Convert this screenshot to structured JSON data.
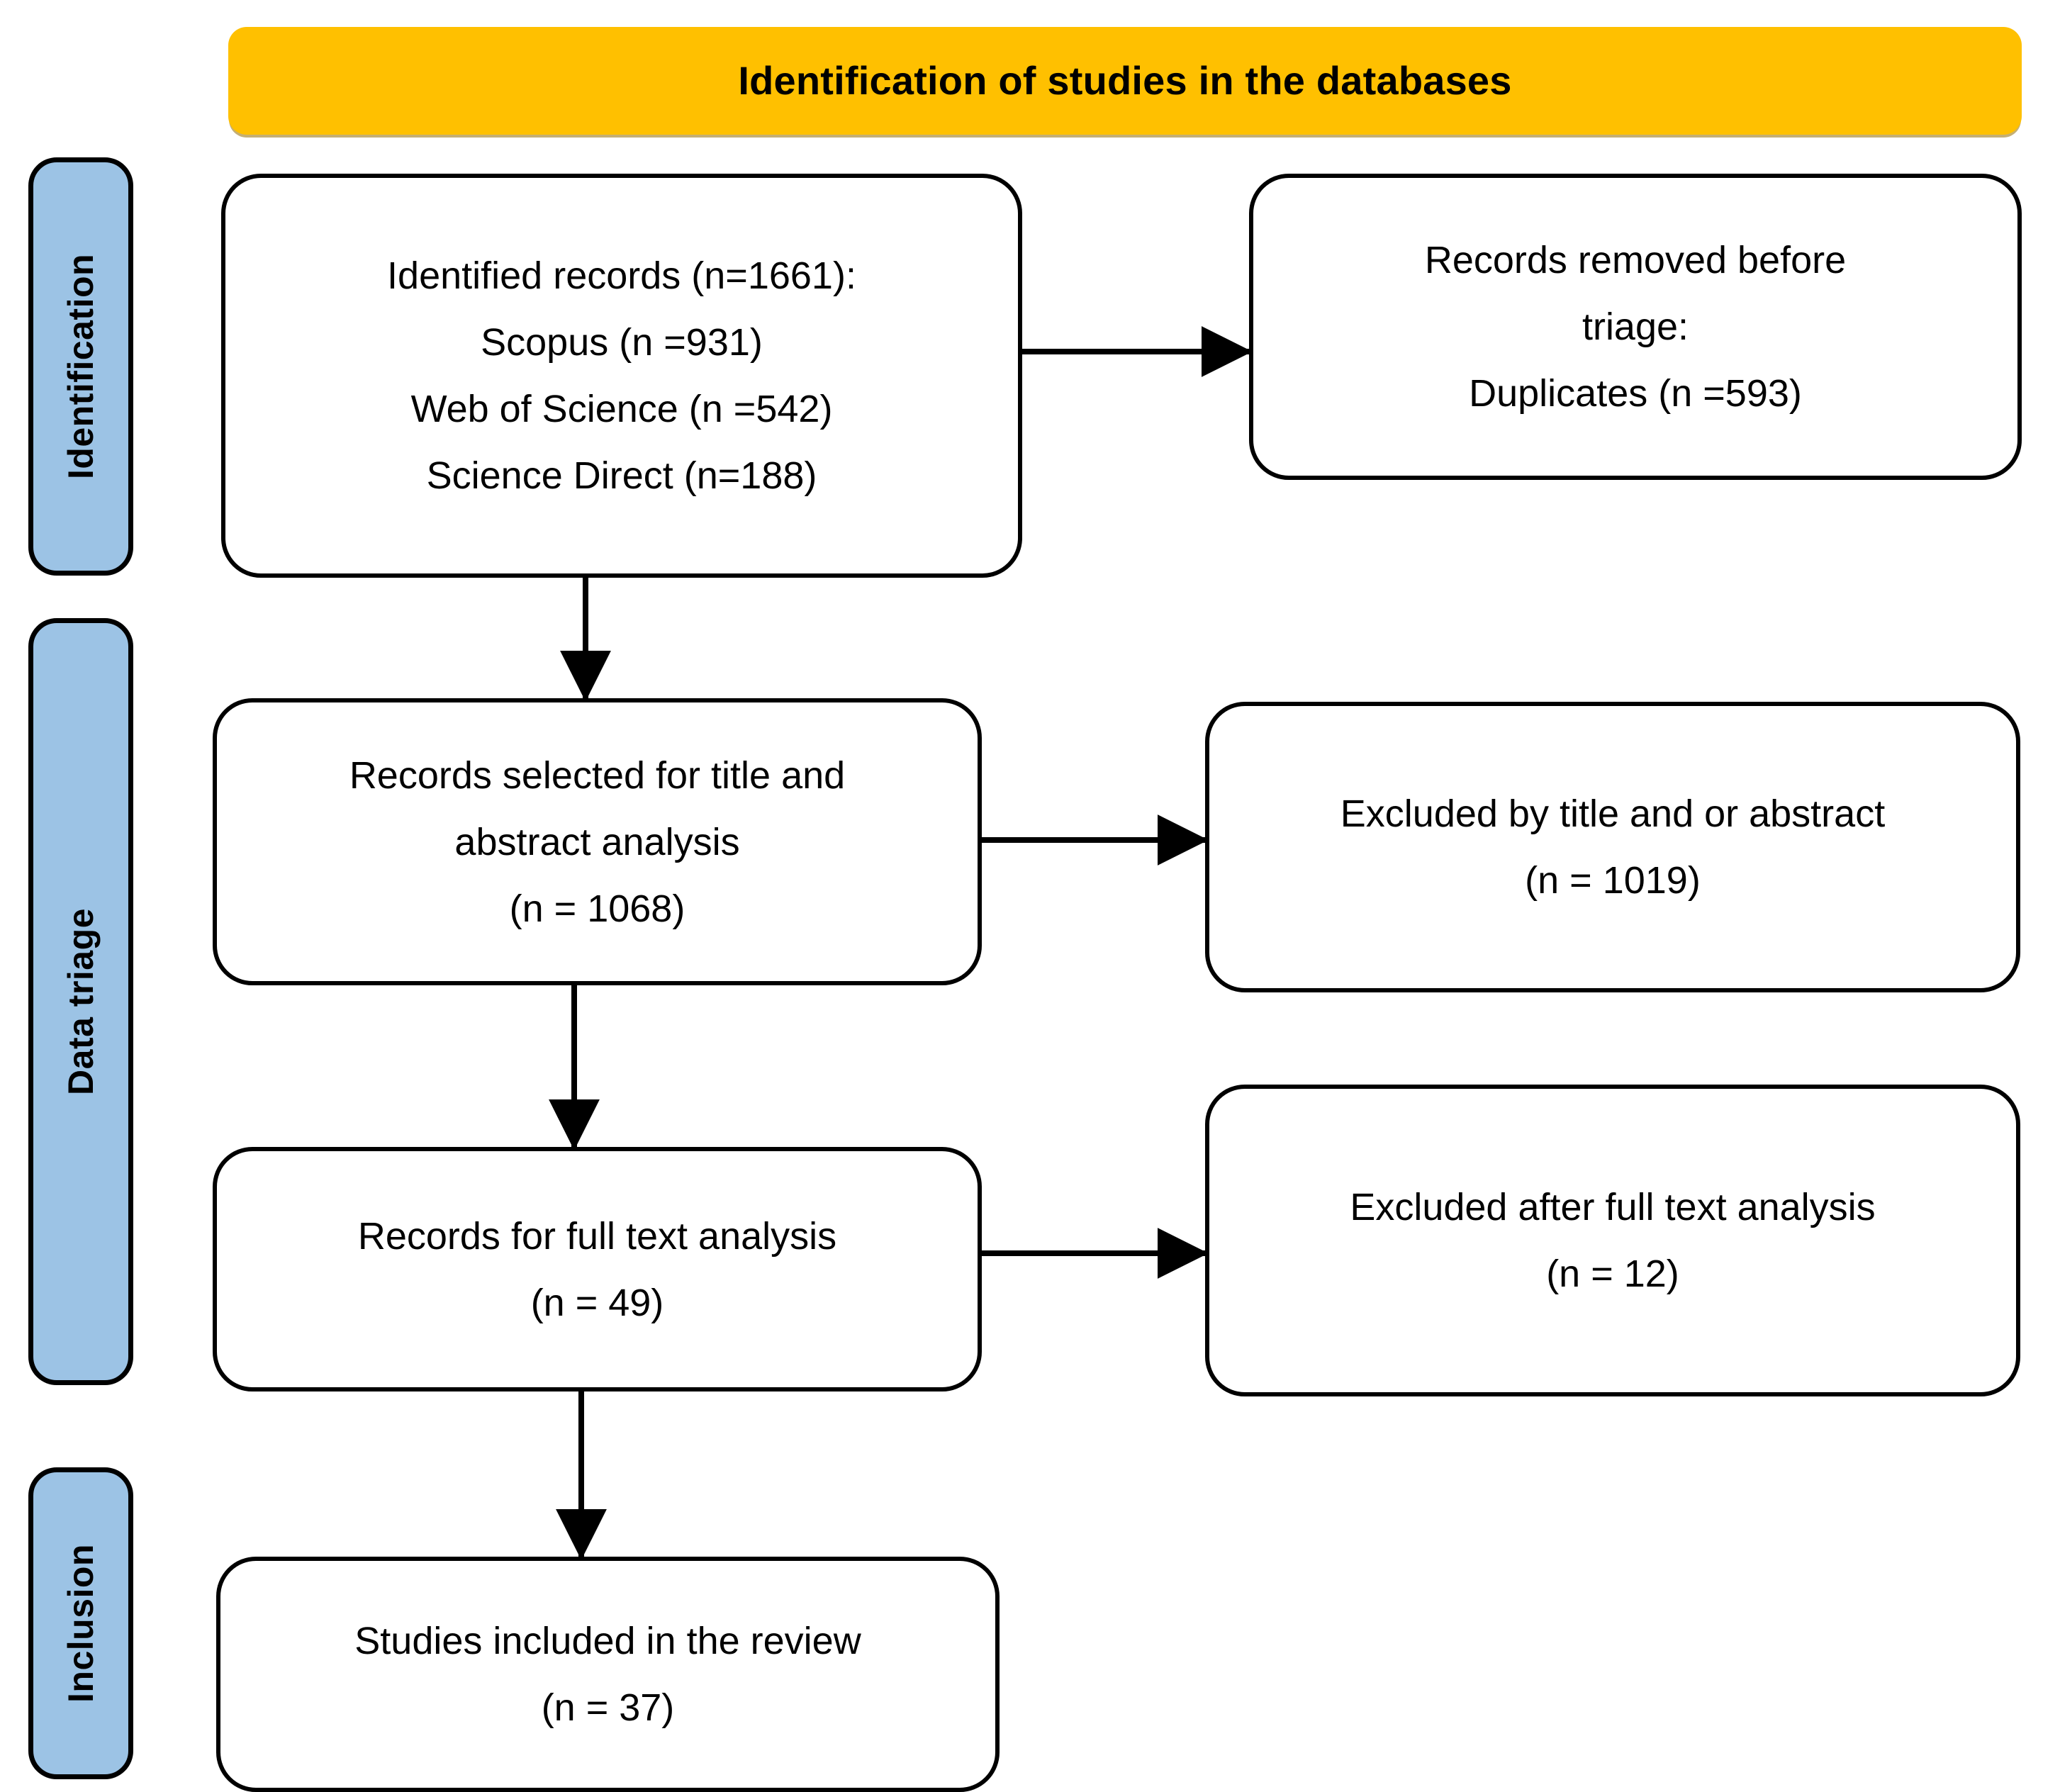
{
  "diagram": {
    "type": "prisma-flow-diagram",
    "title": "Identification of studies in the databases",
    "colors": {
      "banner_fill": "#FFC000",
      "phase_fill": "#9CC3E5",
      "box_fill": "#FFFFFF",
      "stroke": "#000000"
    }
  },
  "banner": {
    "label": "Identification of studies in the databases"
  },
  "phases": [
    {
      "id": "identification",
      "label": "Identification"
    },
    {
      "id": "data-triage",
      "label": "Data triage"
    },
    {
      "id": "inclusion",
      "label": "Inclusion"
    }
  ],
  "nodes": {
    "identified_records": {
      "id": "identified-records",
      "phase": "identification",
      "column": "left",
      "lines": [
        "Identified records (n=1661):",
        "Scopus (n =931)",
        "Web of Science (n =542)",
        "Science Direct (n=188)"
      ],
      "total": 1661,
      "sources": [
        {
          "name": "Scopus",
          "n": 931
        },
        {
          "name": "Web of Science",
          "n": 542
        },
        {
          "name": "Science Direct",
          "n": 188
        }
      ]
    },
    "records_removed": {
      "id": "records-removed-before-triage",
      "phase": "identification",
      "column": "right",
      "lines": [
        "Records removed before",
        "triage:",
        "Duplicates (n =593)"
      ],
      "n": 593
    },
    "records_selected": {
      "id": "records-selected-title-abstract",
      "phase": "data-triage",
      "column": "left",
      "lines": [
        "Records selected for title and",
        "abstract analysis",
        "(n = 1068)"
      ],
      "n": 1068
    },
    "excluded_title_abstract": {
      "id": "excluded-by-title-or-abstract",
      "phase": "data-triage",
      "column": "right",
      "lines": [
        "Excluded by title and or abstract",
        "(n = 1019)"
      ],
      "n": 1019
    },
    "records_full_text": {
      "id": "records-for-full-text-analysis",
      "phase": "data-triage",
      "column": "left",
      "lines": [
        "Records for full text analysis",
        "(n = 49)"
      ],
      "n": 49
    },
    "excluded_full_text": {
      "id": "excluded-after-full-text-analysis",
      "phase": "data-triage",
      "column": "right",
      "lines": [
        "Excluded after full text analysis",
        "(n = 12)"
      ],
      "n": 12
    },
    "studies_included": {
      "id": "studies-included-in-review",
      "phase": "inclusion",
      "column": "left",
      "lines": [
        "Studies included in the review",
        "(n = 37)"
      ],
      "n": 37
    }
  },
  "connectors": [
    {
      "id": "identified-to-removed",
      "from": "identified_records",
      "to": "records_removed",
      "direction": "right"
    },
    {
      "id": "identified-to-selected",
      "from": "identified_records",
      "to": "records_selected",
      "direction": "down"
    },
    {
      "id": "selected-to-excluded-ta",
      "from": "records_selected",
      "to": "excluded_title_abstract",
      "direction": "right"
    },
    {
      "id": "selected-to-fulltext",
      "from": "records_selected",
      "to": "records_full_text",
      "direction": "down"
    },
    {
      "id": "fulltext-to-excluded-ft",
      "from": "records_full_text",
      "to": "excluded_full_text",
      "direction": "right"
    },
    {
      "id": "fulltext-to-included",
      "from": "records_full_text",
      "to": "studies_included",
      "direction": "down"
    }
  ]
}
